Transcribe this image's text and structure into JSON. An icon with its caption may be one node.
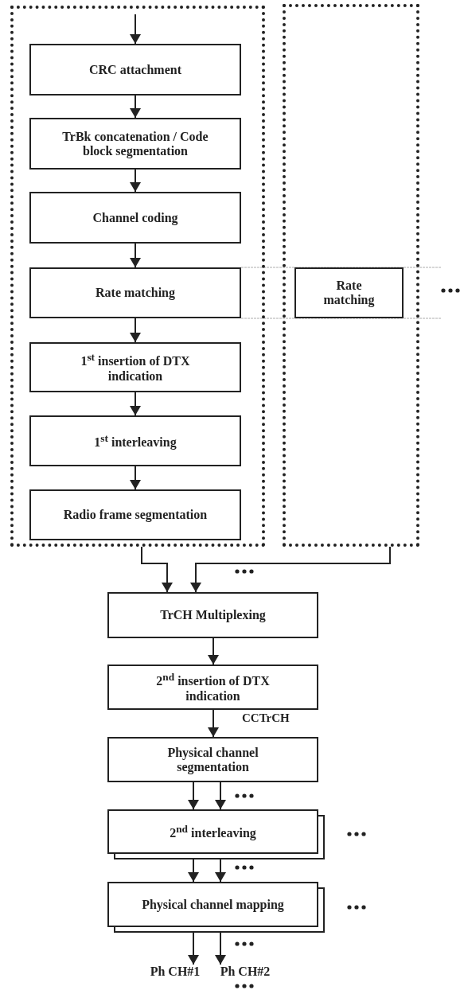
{
  "diagram": {
    "nodes": [
      {
        "text": [],
        "shape": "box"
      },
      {
        "text": [
          "CRC attachment"
        ],
        "in": 0
      },
      {
        "text": [
          "TrBk concatenation / Code block segmentation"
        ],
        "in": 0
      },
      {
        "text": [
          "Channel coding"
        ],
        "in": 0
      },
      {
        "text": [
          "Rate matching"
        ],
        "in": 0
      },
      {
        "text": [
          "1$^{st}$ insertion of DTX indication"
        ],
        "in": 0
      },
      {
        "text": [
          "1$^{st}$ interleaving"
        ],
        "in": 0
      },
      {
        "text": [
          "Radio frame segmentation"
        ],
        "in": 0
      },
      {
        "text": [],
        "shape": "box"
      },
      {
        "text": [
          "Rate matching"
        ],
        "in": 8
      },
      {
        "text": [
          "TrCH Multiplexing"
        ]
      },
      {
        "text": [
          "2$^{nd}$ insertion of DTX indication"
        ]
      },
      {
        "text": [
          "Physical channel segmentation"
        ]
      },
      {
        "text": [
          "2$^{nd}$ interleaving"
        ]
      },
      {
        "text": [
          "Physical channel mapping"
        ]
      },
      {
        "text": [
          "Ph CH#1"
        ]
      },
      {
        "text": [
          "Ph CH#2"
        ]
      }
    ],
    "edges": [
      {
        "from": null,
        "to": 1,
        "arrow": "to"
      },
      {
        "from": 1,
        "to": 2,
        "arrow": "to"
      },
      {
        "from": 2,
        "to": 3,
        "arrow": "to"
      },
      {
        "from": 3,
        "to": 4,
        "arrow": "to"
      },
      {
        "from": 4,
        "to": 5,
        "arrow": "to"
      },
      {
        "from": 5,
        "to": 6,
        "arrow": "to"
      },
      {
        "from": 6,
        "to": 7,
        "arrow": "to"
      },
      {
        "from": 0,
        "to": 10,
        "arrow": "to"
      },
      {
        "from": 8,
        "to": 10,
        "arrow": "to"
      },
      {
        "from": 10,
        "to": 11,
        "arrow": "to"
      },
      {
        "from": 11,
        "to": 12,
        "arrow": "to",
        "label": "CCTrCH"
      },
      {
        "from": 12,
        "to": 13,
        "arrow": "to"
      },
      {
        "from": 12,
        "to": 13,
        "arrow": "to"
      },
      {
        "from": 13,
        "to": 14,
        "arrow": "to"
      },
      {
        "from": 13,
        "to": 14,
        "arrow": "to"
      },
      {
        "from": 14,
        "to": 15,
        "arrow": "to"
      },
      {
        "from": 14,
        "to": 16,
        "arrow": "to"
      }
    ]
  }
}
